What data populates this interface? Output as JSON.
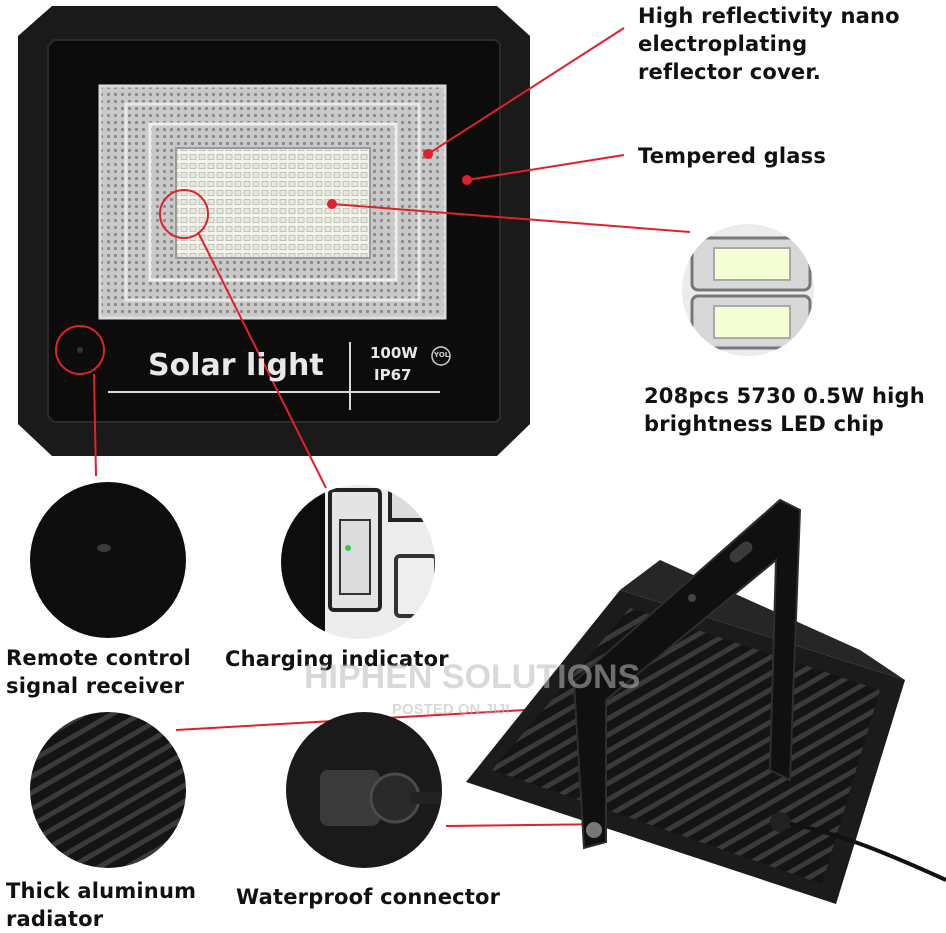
{
  "product": {
    "brand_text": "Solar light",
    "power": "100W",
    "rating": "IP67",
    "logo_text": "YOL"
  },
  "callouts": {
    "reflector": [
      "High reflectivity nano",
      "electroplating",
      "reflector cover."
    ],
    "glass": [
      "Tempered glass"
    ],
    "led_chip": [
      "208pcs 5730 0.5W high",
      "brightness LED chip"
    ],
    "remote": [
      "Remote control",
      "signal receiver"
    ],
    "charging": [
      "Charging indicator"
    ],
    "radiator": [
      "Thick aluminum",
      "radiator"
    ],
    "connector": [
      "Waterproof connector"
    ]
  },
  "watermark": {
    "main": "HIPHEN SOLUTIONS",
    "sub": "POSTED ON JIJI"
  },
  "colors": {
    "callout_line": "#e0202a",
    "housing": "#1a1a1a",
    "text": "#111111"
  }
}
